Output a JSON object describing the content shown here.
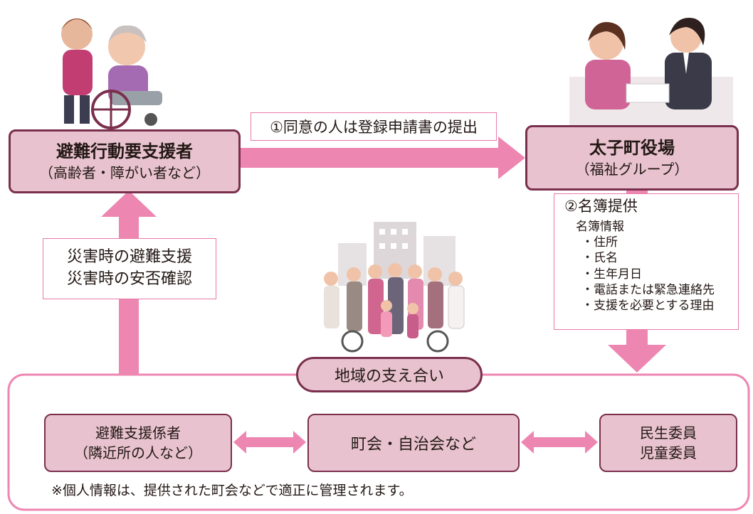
{
  "nodes": {
    "requester": {
      "title": "避難行動要支援者",
      "subtitle": "（高齢者・障がい者など）"
    },
    "office": {
      "title": "太子町役場",
      "subtitle": "（福祉グループ）"
    }
  },
  "edges": {
    "consent": "①同意の人は登録申請書の提出",
    "list_provision": {
      "title": "②名簿提供",
      "info_heading": "名簿情報",
      "items": [
        "・住所",
        "・氏名",
        "・生年月日",
        "・電話または緊急連絡先",
        "・支援を必要とする理由"
      ]
    },
    "disaster_support": {
      "line1": "災害時の避難支援",
      "line2": "災害時の安否確認"
    }
  },
  "community": {
    "title": "地域の支え合い",
    "members": [
      {
        "line1": "避難支援係者",
        "line2": "（隣近所の人など）"
      },
      {
        "line1": "町会・自治会など",
        "line2": ""
      },
      {
        "line1": "民生委員",
        "line2": "児童委員"
      }
    ],
    "note": "※個人情報は、提供された町会などで適正に管理されます。"
  },
  "illustrations": [
    {
      "name": "wheelchair-caregiver-illustration"
    },
    {
      "name": "office-consultation-illustration"
    },
    {
      "name": "community-crowd-illustration"
    }
  ],
  "colors": {
    "arrow": "#ee86b2",
    "node_fill": "#e8c3cf",
    "node_border": "#7a2f4c",
    "label_border": "#e87aa8"
  }
}
